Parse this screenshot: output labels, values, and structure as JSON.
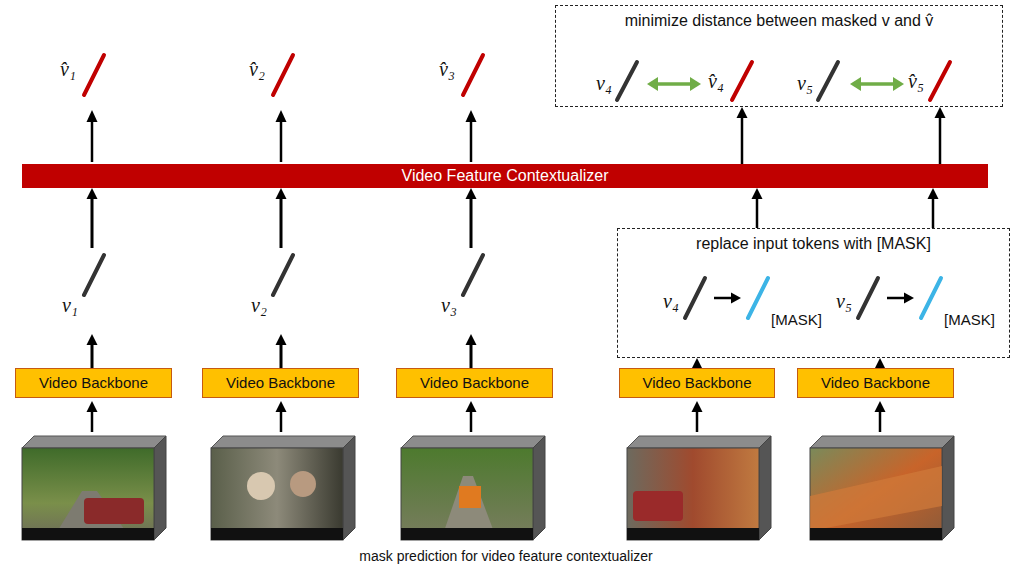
{
  "diagram": {
    "caption": "mask prediction for video feature contextualizer",
    "nodes": [
      {
        "text": [
          "minimize distance between masked v and v̂"
        ]
      },
      {
        "text": [
          "Video Feature Contextualizer"
        ]
      },
      {
        "text": [
          "replace input tokens with [MASK]"
        ]
      },
      {
        "text": [
          "Video Backbone"
        ]
      },
      {
        "text": [
          "Video Backbone"
        ]
      },
      {
        "text": [
          "Video Backbone"
        ]
      },
      {
        "text": [
          "Video Backbone"
        ]
      },
      {
        "text": [
          "Video Backbone"
        ]
      }
    ],
    "edges": [
      {
        "from": 3,
        "to": 1,
        "arrow": "to"
      },
      {
        "from": 4,
        "to": 1,
        "arrow": "to"
      },
      {
        "from": 5,
        "to": 1,
        "arrow": "to"
      },
      {
        "from": 6,
        "to": 2,
        "arrow": "to"
      },
      {
        "from": 7,
        "to": 2,
        "arrow": "to"
      },
      {
        "from": 2,
        "to": 1,
        "arrow": "to"
      },
      {
        "from": 2,
        "to": 1,
        "arrow": "to"
      },
      {
        "from": 1,
        "to": 0,
        "arrow": "to"
      },
      {
        "from": 1,
        "to": 0,
        "arrow": "to"
      }
    ],
    "labels": [
      "v̂₁",
      "v̂₂",
      "v̂₃",
      "v₄",
      "v̂₄",
      "v₅",
      "v̂₅",
      "v₁",
      "v₂",
      "v₃",
      "v₄",
      "[MASK]",
      "v₅",
      "[MASK]"
    ]
  }
}
